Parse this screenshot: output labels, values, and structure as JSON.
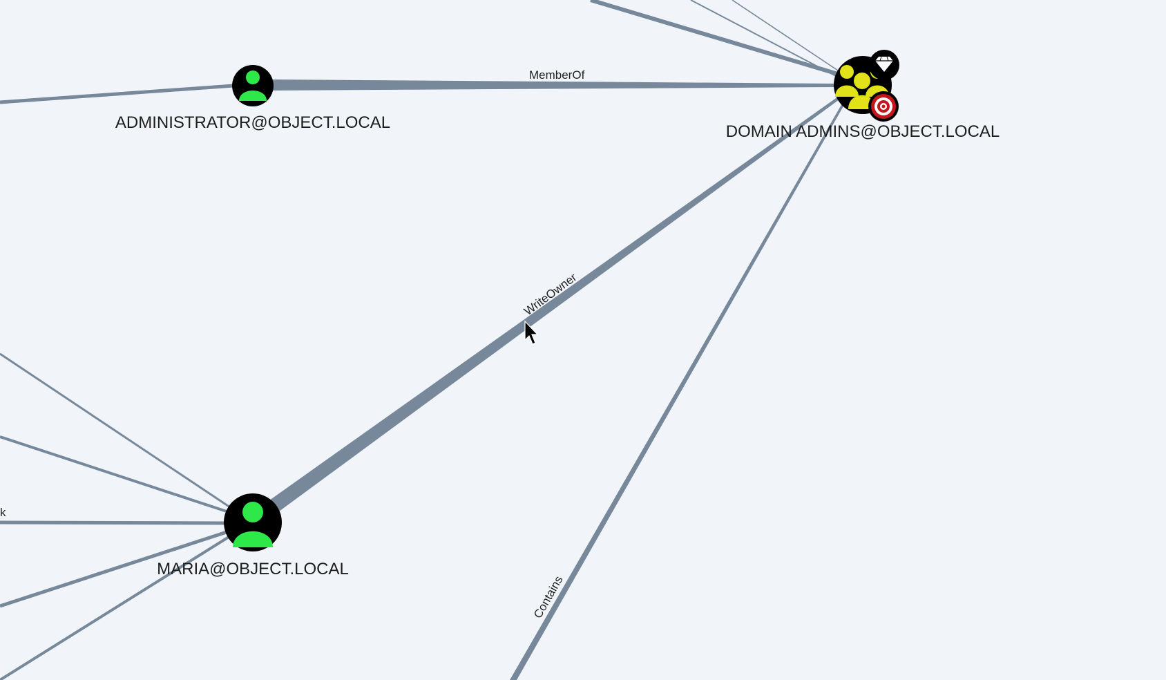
{
  "graph": {
    "nodes": {
      "administrator": {
        "label": "ADMINISTRATOR@OBJECT.LOCAL",
        "type": "user",
        "icon": "user-icon",
        "color": "#2ee84a"
      },
      "domain_admins": {
        "label": "DOMAIN ADMINS@OBJECT.LOCAL",
        "type": "group",
        "icon": "group-icon",
        "color": "#e2e21a",
        "badges": [
          "high-value-diamond-icon",
          "target-icon"
        ]
      },
      "maria": {
        "label": "MARIA@OBJECT.LOCAL",
        "type": "user",
        "icon": "user-icon",
        "color": "#2ee84a"
      }
    },
    "edges": {
      "memberof": {
        "label": "MemberOf",
        "from": "ADMINISTRATOR@OBJECT.LOCAL",
        "to": "DOMAIN ADMINS@OBJECT.LOCAL"
      },
      "writeowner": {
        "label": "WriteOwner",
        "from": "MARIA@OBJECT.LOCAL",
        "to": "DOMAIN ADMINS@OBJECT.LOCAL"
      },
      "contains": {
        "label": "Contains",
        "to": "DOMAIN ADMINS@OBJECT.LOCAL"
      },
      "partial_left": {
        "label": "k"
      }
    },
    "colors": {
      "background": "#f1f5fa",
      "edge": "#76889a",
      "node_fill": "#000000",
      "target": "#c4161c"
    }
  }
}
